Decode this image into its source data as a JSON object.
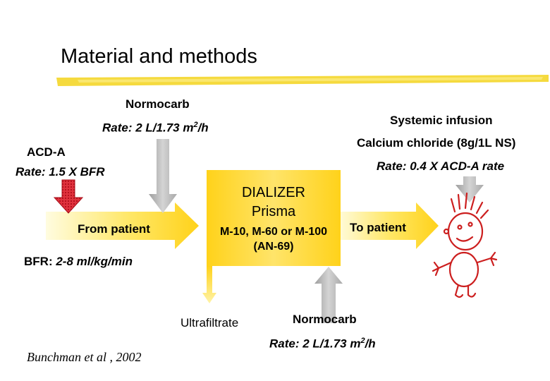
{
  "title": "Material and methods",
  "top_inflow": {
    "name": "Normocarb",
    "rate_prefix": "Rate: 2 L/1.73 m",
    "rate_sup": "2",
    "rate_suffix": "/h"
  },
  "anticoagulant": {
    "name": "ACD-A",
    "rate": "Rate: 1.5 X BFR"
  },
  "systemic": {
    "title": "Systemic infusion",
    "agent": "Calcium chloride (8g/1L NS)",
    "rate": "Rate: 0.4 X ACD-A rate"
  },
  "dialyzer": {
    "title_line1": "DIALIZER",
    "title_line2": "Prisma",
    "models_line1": "M-10, M-60 or M-100",
    "models_line2": "(AN-69)"
  },
  "from_patient": "From patient",
  "to_patient": "To patient",
  "bfr": {
    "label": "BFR: ",
    "value": "2-8 ml/kg/min"
  },
  "ultrafiltrate": "Ultrafiltrate",
  "bottom_inflow": {
    "name": "Normocarb",
    "rate_prefix": "Rate: 2 L/1.73 m",
    "rate_sup": "2",
    "rate_suffix": "/h"
  },
  "citation": "Bunchman et al , 2002",
  "colors": {
    "flow_yellow": "#FFD21A",
    "flow_yellow_light": "#FFE766",
    "gray_arrow": "#BDBDBD",
    "red_arrow": "#D91B2A",
    "title_underline": "#F3D41C",
    "figure_red": "#CC1E1E"
  }
}
